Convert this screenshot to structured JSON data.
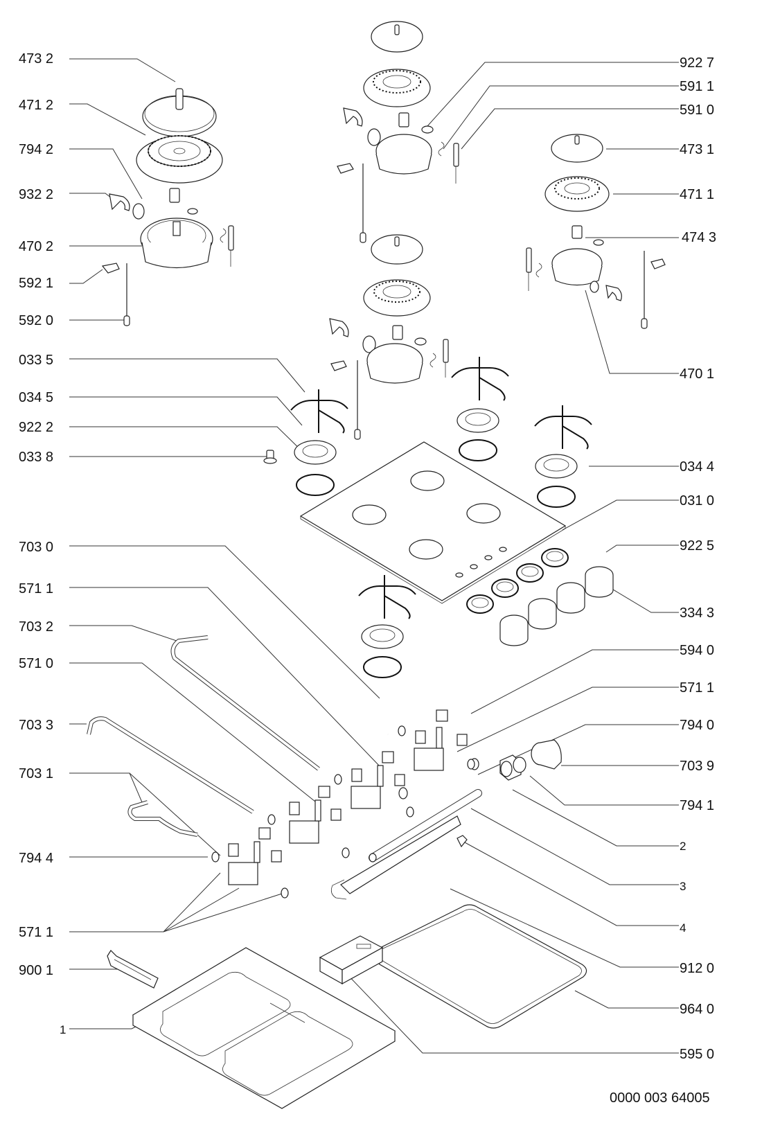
{
  "title": "Gas hob exploded parts diagram",
  "document_number": "0000 003 64005",
  "labels_left": [
    {
      "id": "l-4732",
      "text": "473 2"
    },
    {
      "id": "l-4712",
      "text": "471 2"
    },
    {
      "id": "l-7942",
      "text": "794 2"
    },
    {
      "id": "l-9322",
      "text": "932 2"
    },
    {
      "id": "l-4702",
      "text": "470 2"
    },
    {
      "id": "l-5921",
      "text": "592 1"
    },
    {
      "id": "l-5920",
      "text": "592 0"
    },
    {
      "id": "l-0335",
      "text": "033 5"
    },
    {
      "id": "l-0345",
      "text": "034 5"
    },
    {
      "id": "l-9222",
      "text": "922 2"
    },
    {
      "id": "l-0338",
      "text": "033 8"
    },
    {
      "id": "l-7030",
      "text": "703 0"
    },
    {
      "id": "l-5711a",
      "text": "571 1"
    },
    {
      "id": "l-7032",
      "text": "703 2"
    },
    {
      "id": "l-5710",
      "text": "571 0"
    },
    {
      "id": "l-7033",
      "text": "703 3"
    },
    {
      "id": "l-7031",
      "text": "703 1"
    },
    {
      "id": "l-7944",
      "text": "794 4"
    },
    {
      "id": "l-5711b",
      "text": "571 1"
    },
    {
      "id": "l-9001",
      "text": "900 1"
    },
    {
      "id": "l-1",
      "text": "1"
    }
  ],
  "labels_right": [
    {
      "id": "r-9227",
      "text": "922 7"
    },
    {
      "id": "r-5911",
      "text": "591 1"
    },
    {
      "id": "r-5910",
      "text": "591 0"
    },
    {
      "id": "r-4731",
      "text": "473 1"
    },
    {
      "id": "r-4711",
      "text": "471 1"
    },
    {
      "id": "r-4743",
      "text": "474 3"
    },
    {
      "id": "r-4701",
      "text": "470 1"
    },
    {
      "id": "r-0344",
      "text": "034 4"
    },
    {
      "id": "r-0310",
      "text": "031 0"
    },
    {
      "id": "r-9225",
      "text": "922 5"
    },
    {
      "id": "r-3343",
      "text": "334 3"
    },
    {
      "id": "r-5940",
      "text": "594 0"
    },
    {
      "id": "r-5711",
      "text": "571 1"
    },
    {
      "id": "r-7940",
      "text": "794 0"
    },
    {
      "id": "r-7039",
      "text": "703 9"
    },
    {
      "id": "r-7941",
      "text": "794 1"
    },
    {
      "id": "r-2",
      "text": "2"
    },
    {
      "id": "r-3",
      "text": "3"
    },
    {
      "id": "r-4",
      "text": "4"
    },
    {
      "id": "r-9120",
      "text": "912 0"
    },
    {
      "id": "r-9640",
      "text": "964 0"
    },
    {
      "id": "r-5950",
      "text": "595 0"
    }
  ]
}
